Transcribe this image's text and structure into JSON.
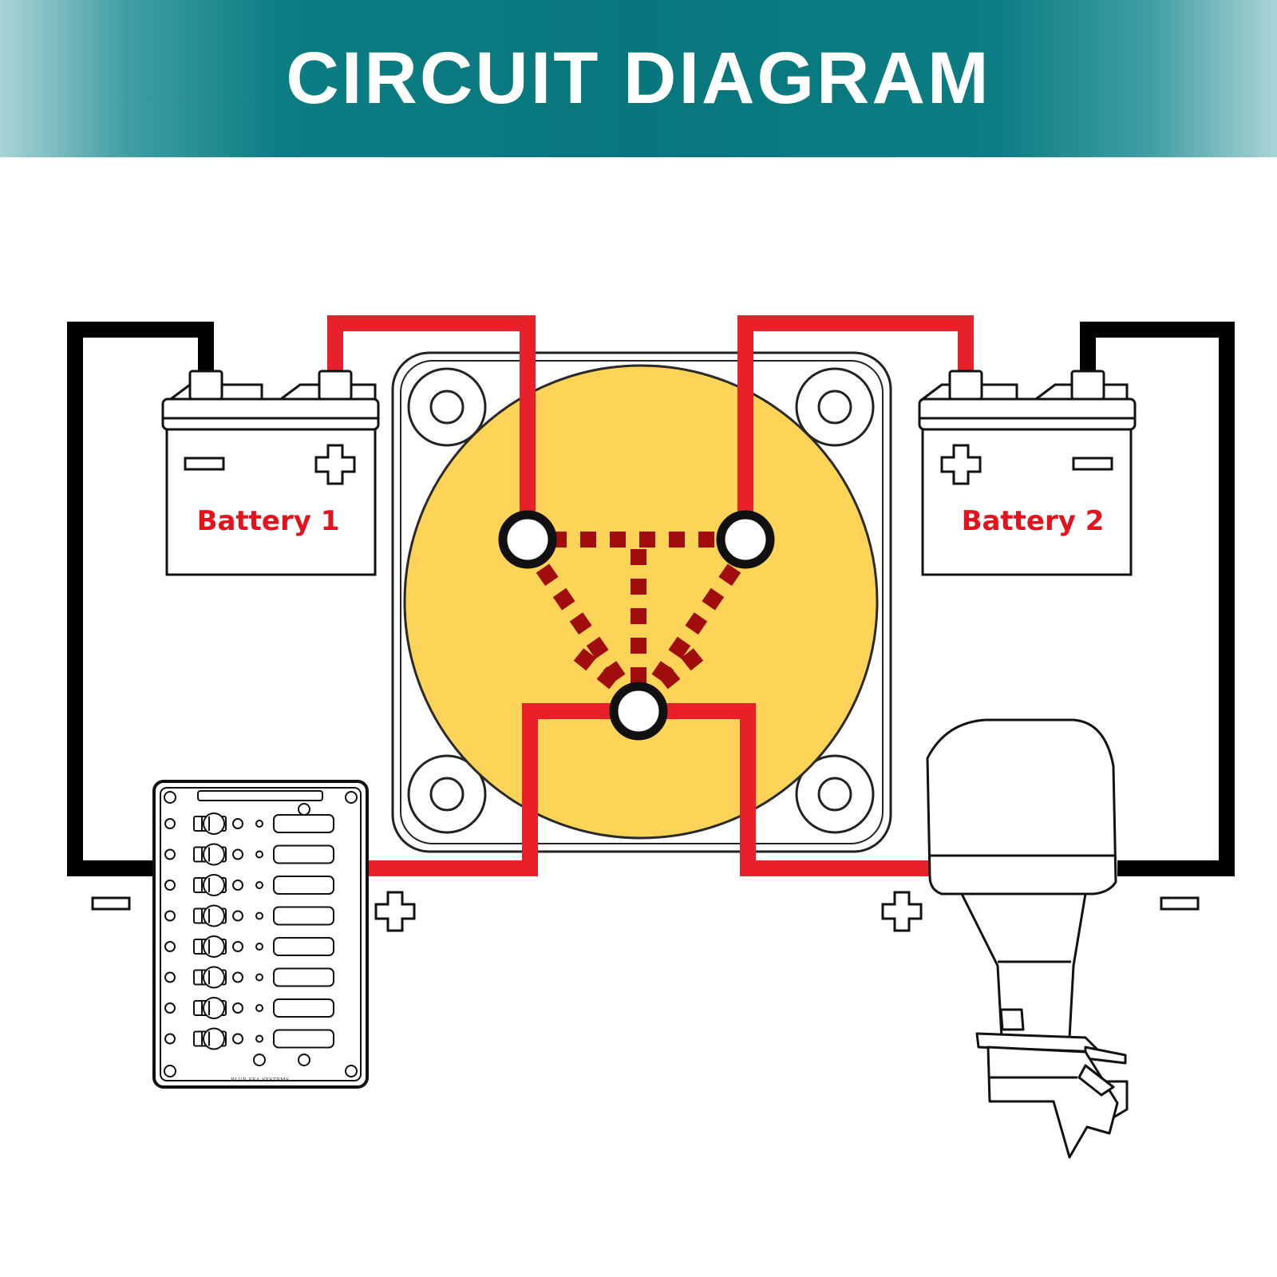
{
  "header": {
    "title": "CIRCUIT DIAGRAM"
  },
  "batteries": [
    {
      "label": "Battery 1"
    },
    {
      "label": "Battery 2"
    }
  ],
  "panel": {
    "brand": "BLUE SEA SYSTEMS",
    "circuit_count": 8
  },
  "colors": {
    "banner": "#07777d",
    "positive_wire": "#e8202a",
    "negative_wire": "#000000",
    "switch_face": "#fdd457",
    "switch_path": "#a10d0d"
  }
}
